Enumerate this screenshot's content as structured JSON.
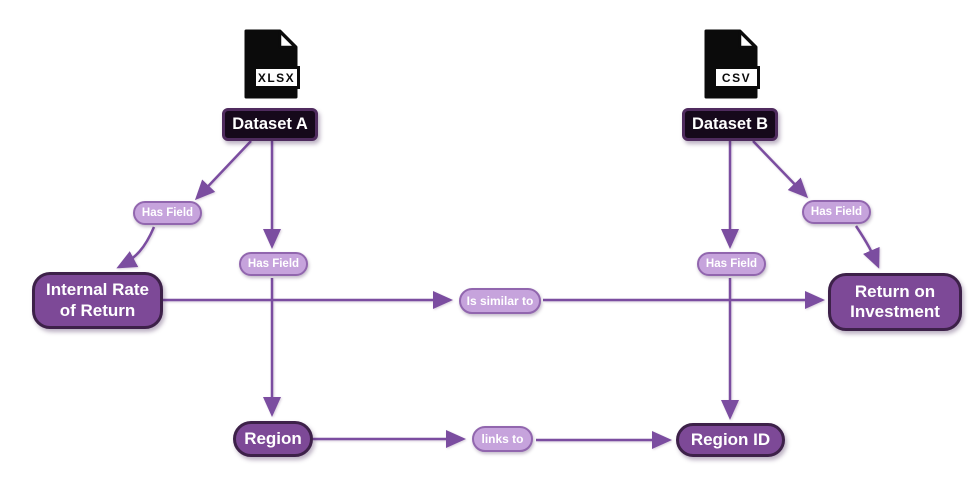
{
  "datasets": [
    {
      "label": "Dataset A",
      "file_type": "XLSX"
    },
    {
      "label": "Dataset B",
      "file_type": "CSV"
    }
  ],
  "fields": [
    {
      "label": "Internal Rate of Return"
    },
    {
      "label": "Return on Investment"
    },
    {
      "label": "Region"
    },
    {
      "label": "Region ID"
    }
  ],
  "edge_labels": {
    "has_field": "Has Field",
    "is_similar_to": "Is similar to",
    "links_to": "links to"
  },
  "colors": {
    "field_node_fill": "#7d4997",
    "field_node_border": "#3d2149",
    "dataset_node_fill": "#16091b",
    "dataset_node_border": "#4f2b5e",
    "edge_line": "#7b4da0",
    "pill_fill": "#c6a3dc",
    "pill_border": "#9166ae",
    "text": "#ffffff",
    "file_icon": "#0b0b0b"
  }
}
